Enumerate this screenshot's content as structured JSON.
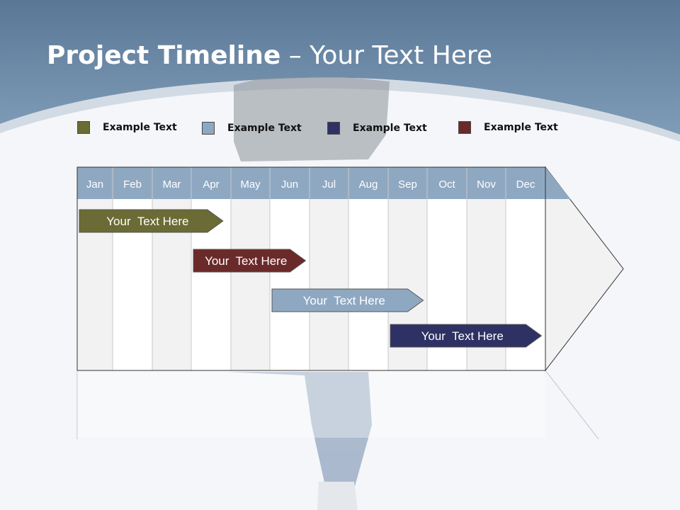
{
  "title": {
    "bold": "Project Timeline",
    "rest": " – Your Text Here"
  },
  "legend": [
    {
      "label": "Example Text",
      "color": "#6b6b35"
    },
    {
      "label": "Example Text",
      "color": "#8fa8c2"
    },
    {
      "label": "Example Text",
      "color": "#2e3163"
    },
    {
      "label": "Example Text",
      "color": "#6b2a2a"
    }
  ],
  "months": [
    "Jan",
    "Feb",
    "Mar",
    "Apr",
    "May",
    "Jun",
    "Jul",
    "Aug",
    "Sep",
    "Oct",
    "Nov",
    "Dec"
  ],
  "tasks": [
    {
      "label": "Your  Text Here",
      "start": 0,
      "end": 3.8,
      "color": "#6b6b35"
    },
    {
      "label": "Your  Text Here",
      "start": 3.0,
      "end": 5.9,
      "color": "#6b2a2a"
    },
    {
      "label": "Your  Text Here",
      "start": 5.0,
      "end": 8.9,
      "color": "#8fa8c2"
    },
    {
      "label": "Your  Text Here",
      "start": 8.0,
      "end": 11.9,
      "color": "#2e3163"
    }
  ],
  "colors": {
    "header_band": "#6f8fae",
    "month_header": "#8fa8c2"
  }
}
